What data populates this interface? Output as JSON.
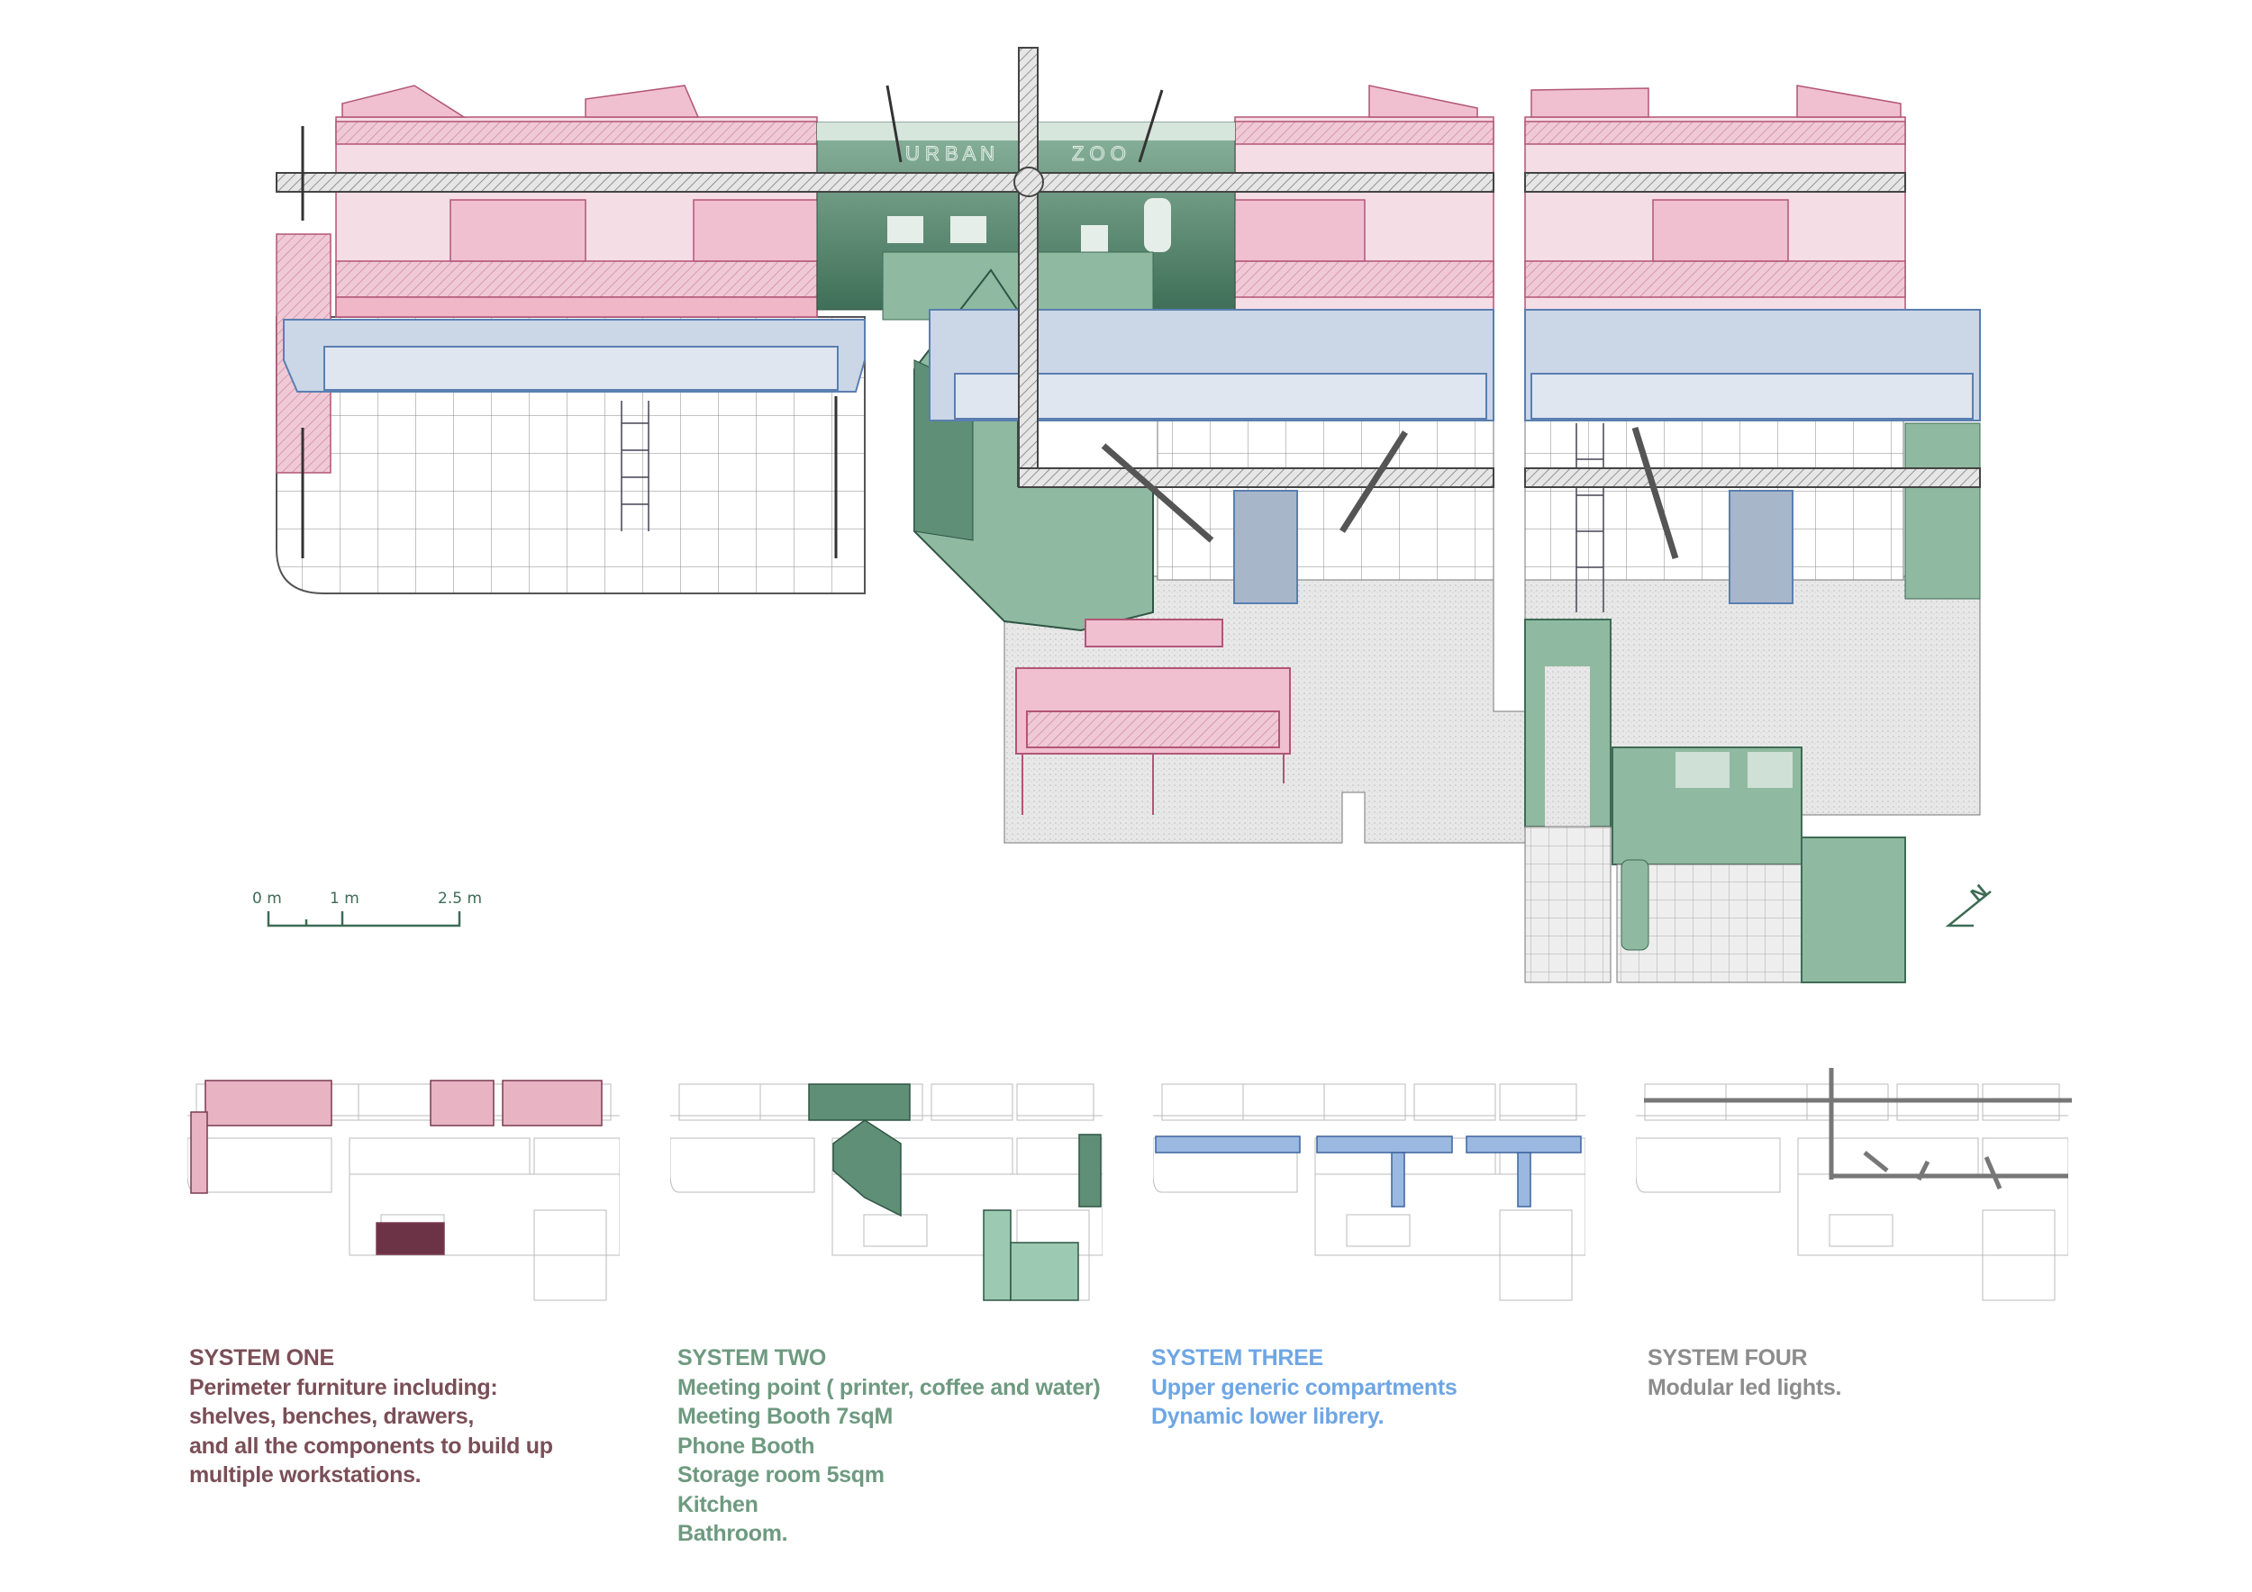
{
  "plan": {
    "sign_left": "U R B A N",
    "sign_right": "Z O O",
    "north_label": "N",
    "scale": {
      "labels": [
        "0 m",
        "1 m",
        "2.5 m"
      ]
    }
  },
  "colors": {
    "system_one": "#7a4f57",
    "system_two": "#6e9a80",
    "system_three": "#6ea6e4",
    "system_four": "#8c8c8c"
  },
  "legend": [
    {
      "title": "SYSTEM ONE",
      "lines": [
        "Perimeter furniture including:",
        "shelves, benches, drawers,",
        "and all the components to build up",
        "multiple workstations."
      ]
    },
    {
      "title": "SYSTEM TWO",
      "lines": [
        "Meeting point ( printer,  coffee and water)",
        "Meeting Booth 7sqM",
        "Phone Booth",
        "Storage room 5sqm",
        "Kitchen",
        "Bathroom."
      ]
    },
    {
      "title": "SYSTEM THREE",
      "lines": [
        "Upper generic compartments",
        "Dynamic  lower librery."
      ]
    },
    {
      "title": "SYSTEM FOUR",
      "lines": [
        "Modular led lights."
      ]
    }
  ]
}
